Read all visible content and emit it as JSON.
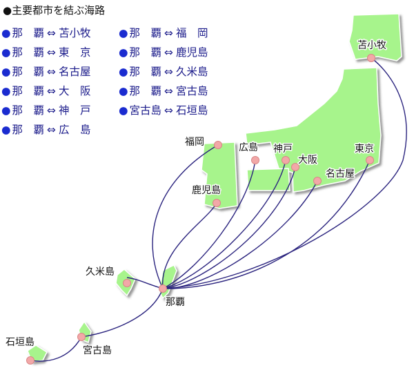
{
  "title": "主要都市を結ぶ海路",
  "title_bullet": "●",
  "colors": {
    "land": "#a7f48c",
    "land_shadow": "#a0a0a0",
    "route_line": "#2a237e",
    "city_marker": "#f2a8a8",
    "legend_text": "#1a1a8a",
    "legend_bullet": "#1a2bd0"
  },
  "routes": [
    {
      "from": "那　覇",
      "to": "苫小牧"
    },
    {
      "from": "那　覇",
      "to": "東　京"
    },
    {
      "from": "那　覇",
      "to": "名古屋"
    },
    {
      "from": "那　覇",
      "to": "大　阪"
    },
    {
      "from": "那　覇",
      "to": "神　戸"
    },
    {
      "from": "那　覇",
      "to": "広　島"
    },
    {
      "from": "那　覇",
      "to": "福　岡"
    },
    {
      "from": "那　覇",
      "to": "鹿児島"
    },
    {
      "from": "那　覇",
      "to": "久米島"
    },
    {
      "from": "那　覇",
      "to": "宮古島"
    },
    {
      "from": "宮古島",
      "to": "石垣島"
    }
  ],
  "route_arrow": "⇔",
  "route_bullet": "●",
  "cities": {
    "tomakomai": "苫小牧",
    "tokyo": "東京",
    "nagoya": "名古屋",
    "osaka": "大阪",
    "kobe": "神戸",
    "hiroshima": "広島",
    "fukuoka": "福岡",
    "kagoshima": "鹿児島",
    "kumejima": "久米島",
    "naha": "那覇",
    "miyakojima": "宮古島",
    "ishigakijima": "石垣島"
  }
}
